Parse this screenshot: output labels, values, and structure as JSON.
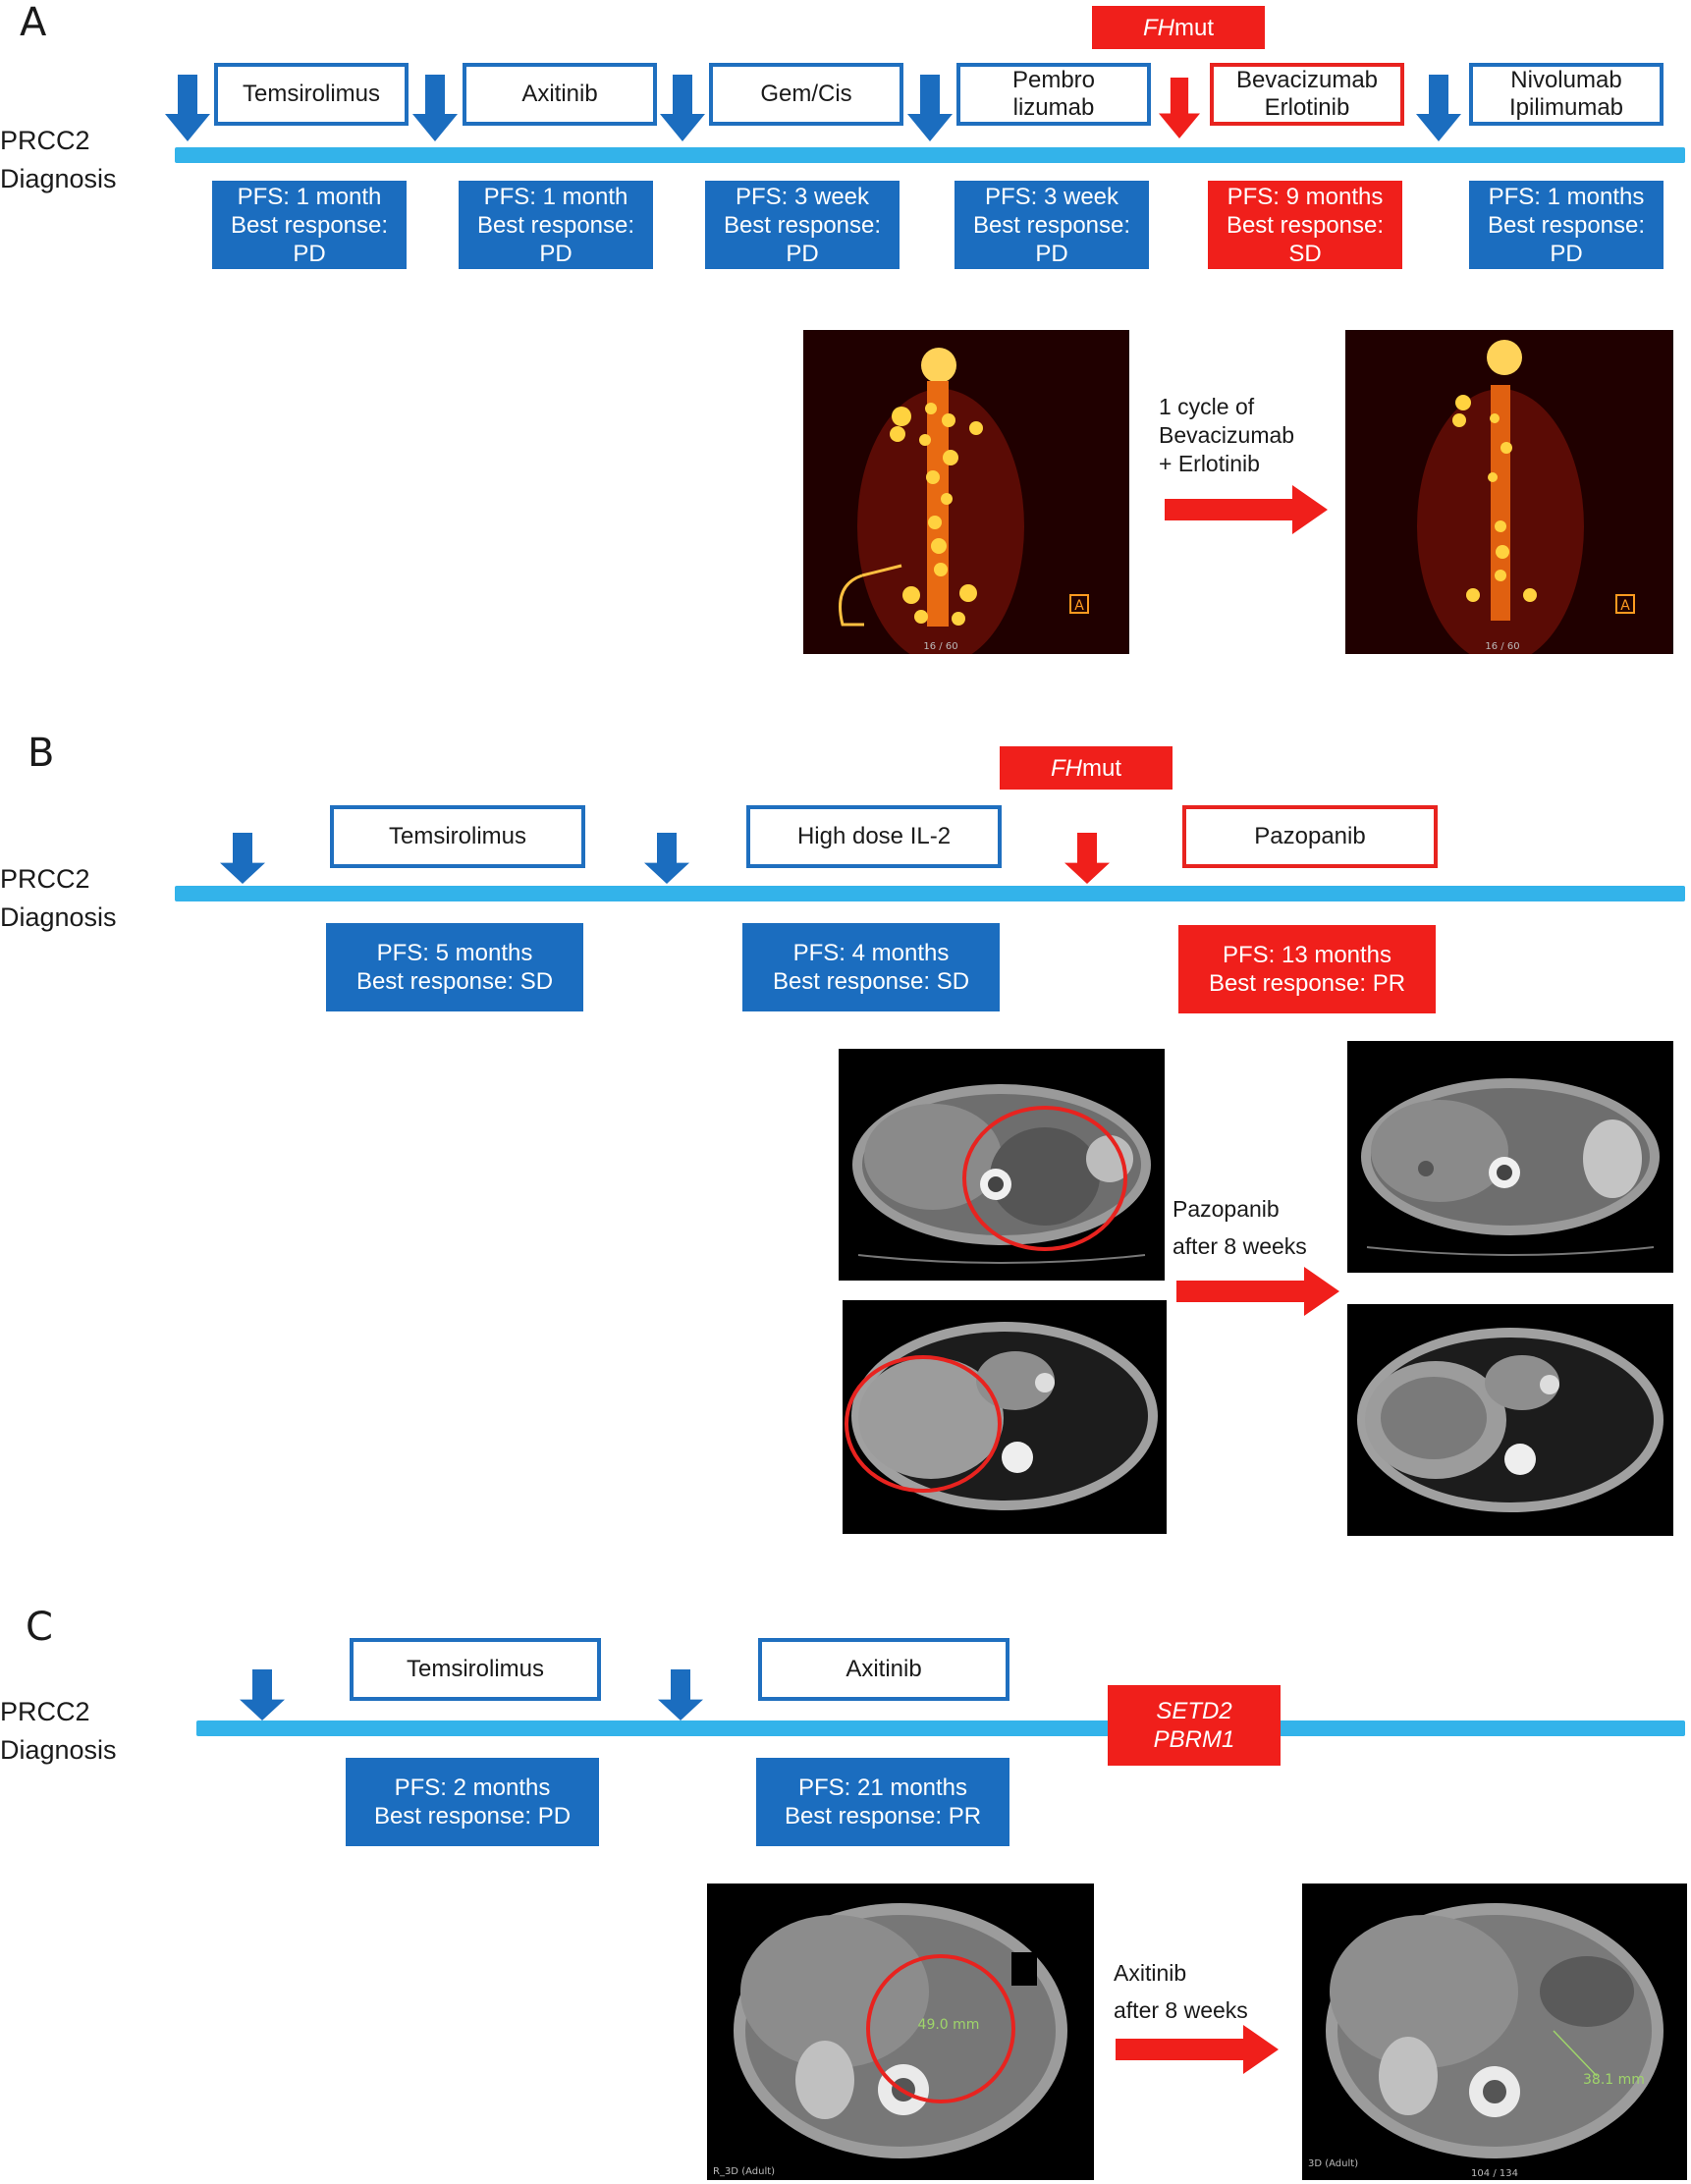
{
  "panel_a": {
    "letter": "A",
    "diagnosis_label": "PRCC2\nDiagnosis",
    "mutation": {
      "gene": "FH",
      "suffix": " mut"
    },
    "treatments": [
      {
        "label": "Temsirolimus",
        "pfs": "PFS: 1 month",
        "response": "Best response:\nPD",
        "highlight": false
      },
      {
        "label": "Axitinib",
        "pfs": "PFS: 1 month",
        "response": "Best response:\nPD",
        "highlight": false
      },
      {
        "label": "Gem/Cis",
        "pfs": "PFS: 3 week",
        "response": "Best response:\nPD",
        "highlight": false
      },
      {
        "label": "Pembro\nlizumab",
        "pfs": "PFS: 3 week",
        "response": "Best response:\nPD",
        "highlight": false
      },
      {
        "label": "Bevacizumab\nErlotinib",
        "pfs": "PFS: 9 months",
        "response": "Best response:\nSD",
        "highlight": true
      },
      {
        "label": "Nivolumab\nIpilimumab",
        "pfs": "PFS: 1 months",
        "response": "Best response:\nPD",
        "highlight": false
      }
    ],
    "arrow_note": "1 cycle of\nBevacizumab\n+ Erlotinib",
    "scan_before": {
      "slice": "16 / 60",
      "marker": "A"
    },
    "scan_after": {
      "slice": "16 / 60",
      "marker": "A"
    }
  },
  "panel_b": {
    "letter": "B",
    "diagnosis_label": "PRCC2\nDiagnosis",
    "mutation": {
      "gene": "FH",
      "suffix": " mut"
    },
    "treatments": [
      {
        "label": "Temsirolimus",
        "pfs": "PFS: 5 months",
        "response": "Best response: SD",
        "highlight": false
      },
      {
        "label": "High dose IL-2",
        "pfs": "PFS: 4 months",
        "response": "Best response: SD",
        "highlight": false
      },
      {
        "label": "Pazopanib",
        "pfs": "PFS: 13 months",
        "response": "Best response: PR",
        "highlight": true
      }
    ],
    "arrow_note": "Pazopanib\nafter 8 weeks"
  },
  "panel_c": {
    "letter": "C",
    "diagnosis_label": "PRCC2\nDiagnosis",
    "mutation_lines": [
      "SETD2",
      "PBRM1"
    ],
    "treatments": [
      {
        "label": "Temsirolimus",
        "pfs": "PFS: 2 months",
        "response": "Best response: PD",
        "highlight": false
      },
      {
        "label": "Axitinib",
        "pfs": "PFS: 21 months",
        "response": "Best response: PR",
        "highlight": false
      }
    ],
    "arrow_note": "Axitinib\nafter 8 weeks",
    "scan_before": {
      "measure": "49.0 mm",
      "corner": "R_3D (Adult)"
    },
    "scan_after": {
      "measure": "38.1 mm",
      "corner": "3D (Adult)",
      "slice": "104 / 134"
    }
  },
  "colors": {
    "blue": "#1b6dbf",
    "red": "#f01f1b",
    "timeline": "#33b3ea"
  }
}
